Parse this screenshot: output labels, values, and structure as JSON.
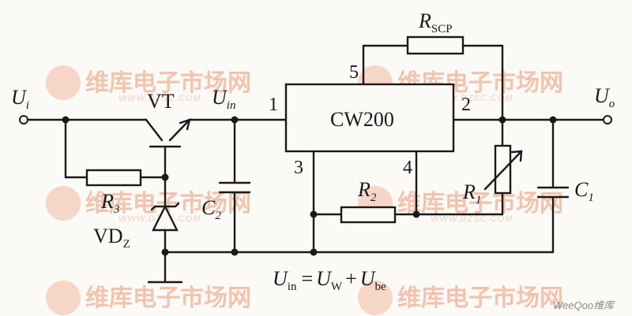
{
  "labels": {
    "ui": "U",
    "ui_sub": "i",
    "uo": "U",
    "uo_sub": "o",
    "uin": "U",
    "uin_sub": "in",
    "vt": "VT",
    "ic": "CW200",
    "pin1": "1",
    "pin2": "2",
    "pin3": "3",
    "pin4": "4",
    "pin5": "5",
    "rscp": "R",
    "rscp_sub": "SCP",
    "r1": "R",
    "r1_sub": "1",
    "r2": "R",
    "r2_sub": "2",
    "r3": "R",
    "r3_sub": "3",
    "c1": "C",
    "c1_sub": "1",
    "c2": "C",
    "c2_sub": "2",
    "vdz": "VD",
    "vdz_sub": "Z",
    "eq_u1": "U",
    "eq_u1_sub": "in",
    "eq_eq": "=",
    "eq_u2": "U",
    "eq_u2_sub": "W",
    "eq_plus": "+",
    "eq_u3": "U",
    "eq_u3_sub": "be"
  },
  "watermark": {
    "text": "维库电子市场网",
    "url": "WWW.DZSC.COM",
    "brand": "WeeQoo维库"
  }
}
